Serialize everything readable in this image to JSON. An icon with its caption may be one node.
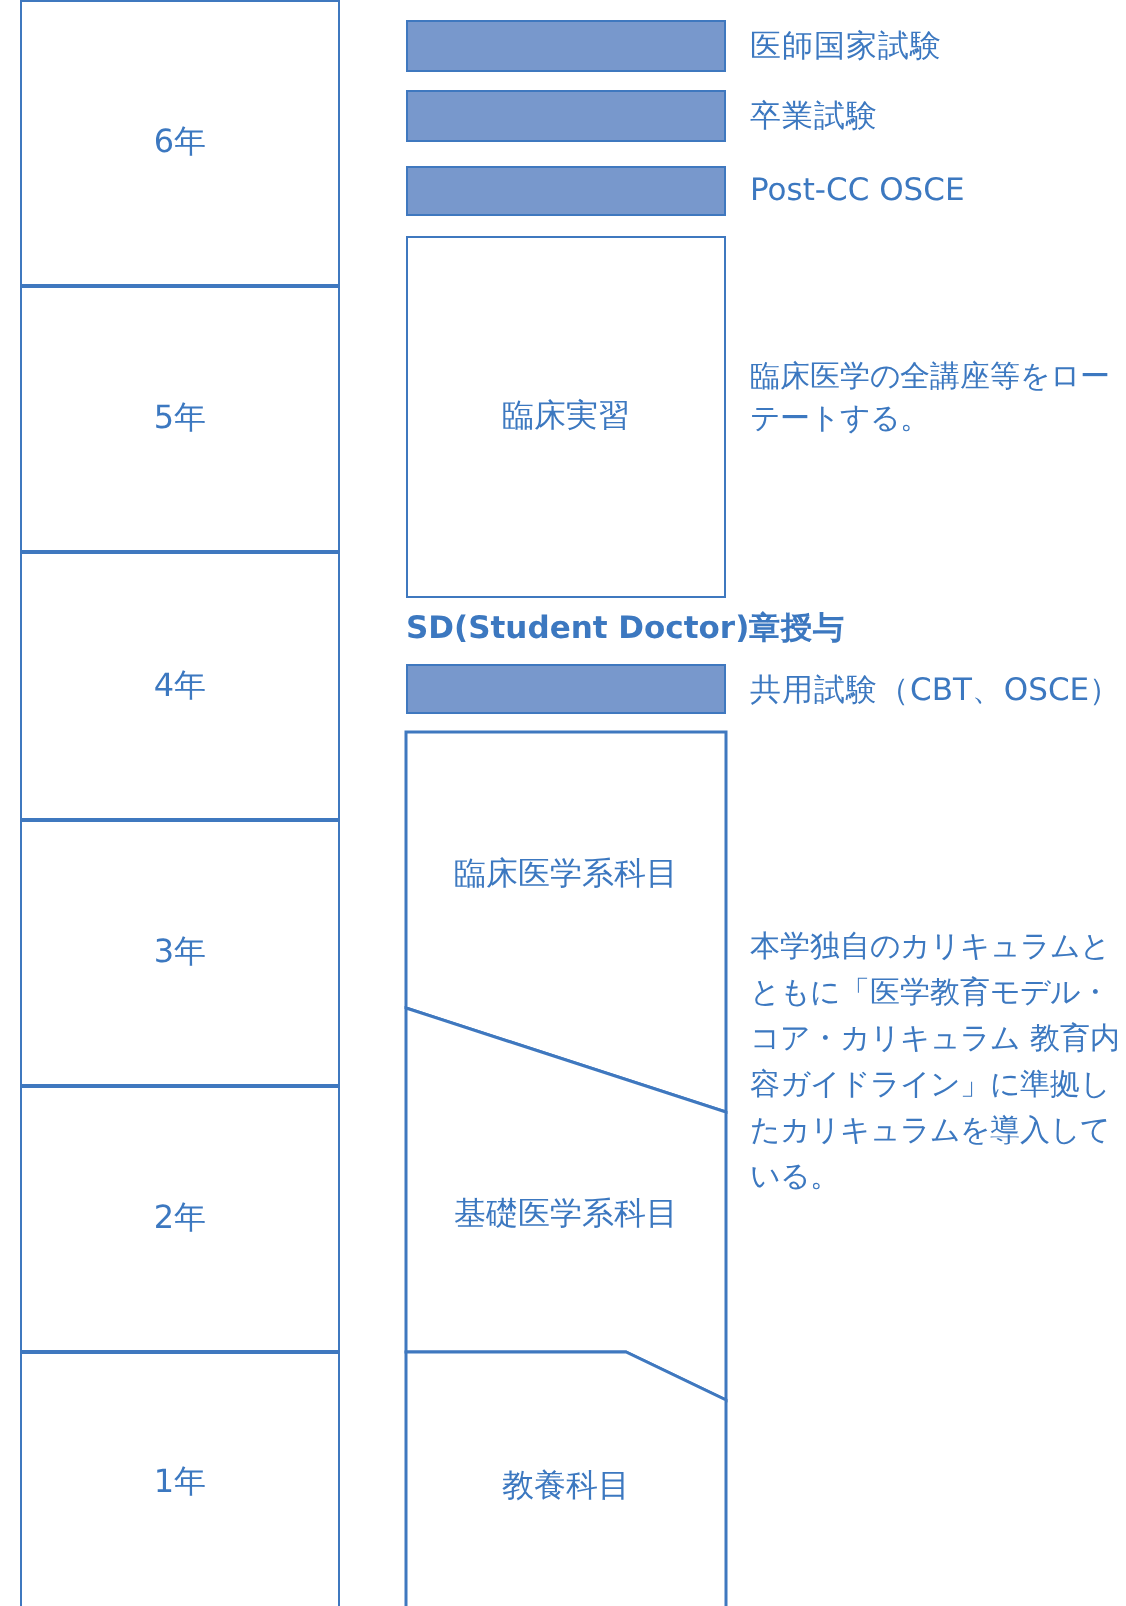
{
  "diagram": {
    "nodes": [
      {
        "text": [
          "6年"
        ]
      },
      {
        "text": [
          "5年"
        ]
      },
      {
        "text": [
          "4年"
        ]
      },
      {
        "text": [
          "3年"
        ]
      },
      {
        "text": [
          "2年"
        ]
      },
      {
        "text": [
          "1年"
        ]
      },
      {
        "text": [],
        "shape": "bar",
        "beside": [
          "医師国家試験"
        ]
      },
      {
        "text": [],
        "shape": "bar",
        "beside": [
          "卒業試験"
        ]
      },
      {
        "text": [],
        "shape": "bar",
        "beside": [
          "Post-CC OSCE"
        ]
      },
      {
        "text": [
          "臨床実習"
        ],
        "beside": [
          "臨床医学の全講座等をローテートする。"
        ]
      },
      {
        "text": [],
        "shape": "bar",
        "beside": [
          "共用試験（CBT、OSCE）"
        ]
      },
      {
        "text": [
          "臨床医学系科目"
        ]
      },
      {
        "text": [
          "基礎医学系科目"
        ]
      },
      {
        "text": [
          "教養科目"
        ]
      }
    ],
    "labels": [
      "SD(Student Doctor)章授与",
      "本学独自のカリキュラムとともに「医学教育モデル・コア・カリキュラム 教育内容ガイドライン」に準拠したカリキュラムを導入している。"
    ]
  }
}
